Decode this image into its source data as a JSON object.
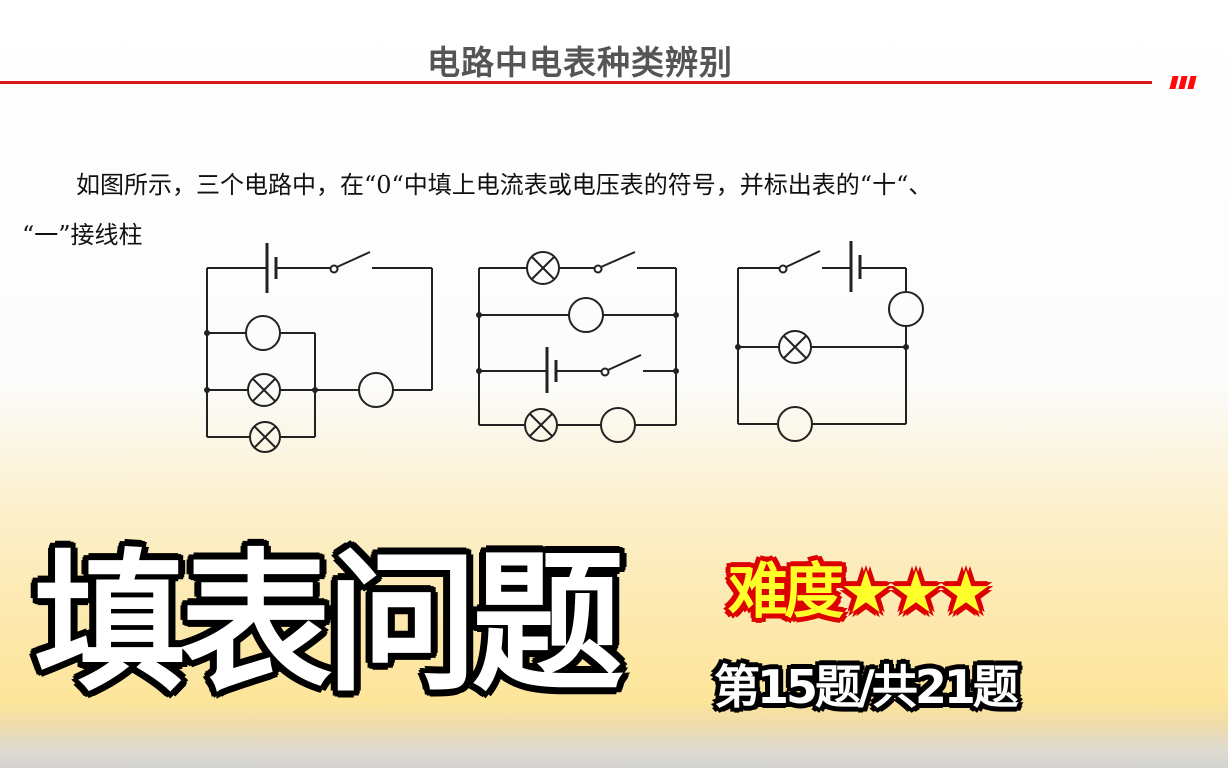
{
  "header": {
    "title": "电路中电表种类辨别",
    "accent_color": "#d81818",
    "marks_count": 3
  },
  "question": {
    "line1": "如图所示，三个电路中，在“0“中填上电流表或电压表的符号，并标出表的“十“、",
    "line2": "“一”接线柱"
  },
  "circuits": [
    {
      "label": "circuit-1",
      "components": [
        "battery",
        "switch",
        "meter-top-branch",
        "lamp-middle-branch",
        "lamp-bottom-branch",
        "meter-series"
      ]
    },
    {
      "label": "circuit-2",
      "components": [
        "lamp-top",
        "switch-top",
        "meter-second-row",
        "battery",
        "switch-third-row",
        "lamp-bottom",
        "meter-bottom"
      ]
    },
    {
      "label": "circuit-3",
      "components": [
        "switch",
        "battery",
        "meter-right",
        "lamp-middle",
        "meter-bottom"
      ]
    }
  ],
  "banner": {
    "title": "填表问题",
    "difficulty_label": "难度",
    "difficulty_stars": "★★★",
    "progress": "第15题/共21题"
  }
}
